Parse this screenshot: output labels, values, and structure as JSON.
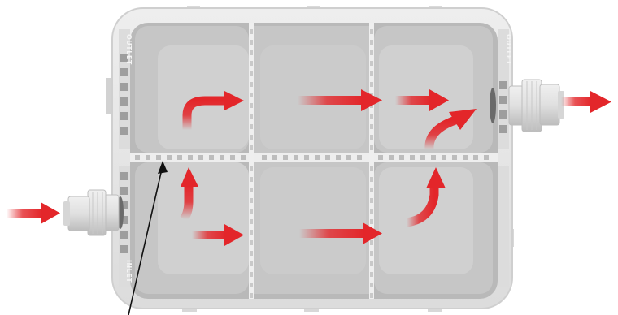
{
  "diagram": {
    "labels": {
      "outlet_left": "OUTLET",
      "outlet_right": "OUTLET",
      "inlet": "INLET"
    },
    "colors": {
      "housing_outer": "#e6e6e6",
      "housing_inner": "#b8b8b8",
      "chamber_fill": "#c4c4c4",
      "chamber_floor": "#cfcfcf",
      "baffle": "#f2f2f2",
      "flow_arrow": "#e3262a",
      "fitting": "#e2e2e2",
      "leader_line": "#111111"
    },
    "flow_path": [
      "inlet-arrow",
      "flow-arrow-lower-right-1",
      "flow-arrow-lower-right-2",
      "flow-arrow-up-3",
      "flow-arrow-up-curve-4",
      "flow-arrow-right-5",
      "flow-arrow-right-6",
      "flow-arrow-right-7",
      "flow-arrow-up-right-8",
      "outlet-arrow"
    ]
  }
}
